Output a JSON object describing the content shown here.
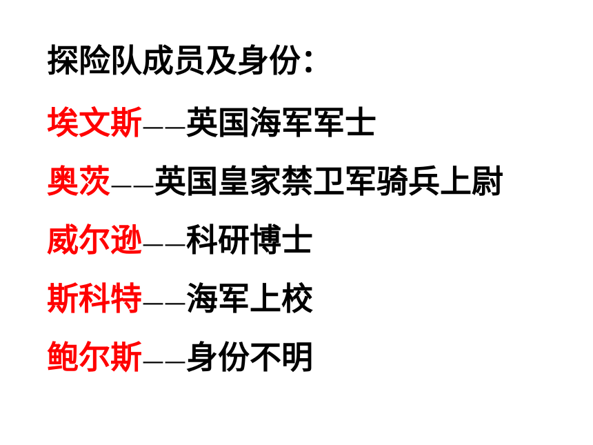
{
  "slide": {
    "title": "探险队成员及身份：",
    "members": [
      {
        "name": "埃文斯",
        "separator": "——",
        "role": "英国海军军士"
      },
      {
        "name": "奥茨",
        "separator": "——",
        "role": "英国皇家禁卫军骑兵上尉"
      },
      {
        "name": "威尔逊",
        "separator": "——",
        "role": "科研博士"
      },
      {
        "name": "斯科特",
        "separator": "——",
        "role": "海军上校"
      },
      {
        "name": "鲍尔斯",
        "separator": "——",
        "role": "身份不明"
      }
    ]
  },
  "colors": {
    "name_color": "#ff0000",
    "text_color": "#000000",
    "background": "#ffffff"
  }
}
